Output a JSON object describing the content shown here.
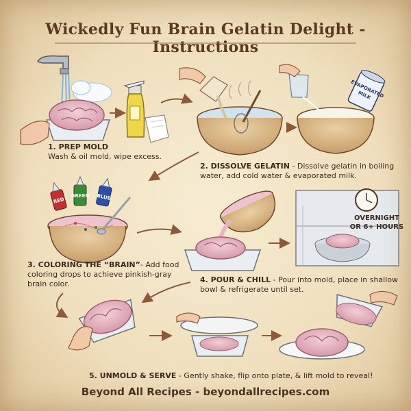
{
  "title": "Wickedly Fun Brain Gelatin Delight - Instructions",
  "steps": [
    {
      "heading": "1. PREP MOLD",
      "text": "Wash & oil mold, wipe excess."
    },
    {
      "heading": "2. DISSOLVE GELATIN",
      "text": " - Dissolve gelatin in boiling water, add cold water & evaporated milk."
    },
    {
      "heading": "3. COLORING THE “BRAIN”",
      "text": "- Add food coloring drops to achieve pinkish-gray brain color."
    },
    {
      "heading": "4. POUR & CHILL",
      "text": " - Pour into mold, place in shallow bowl & refrigerate until set."
    },
    {
      "heading": "5. UNMOLD & SERVE",
      "text": " - Gently shake, flip onto plate, & lift mold to reveal!"
    }
  ],
  "overnight_note": {
    "line1": "OVERNIGHT",
    "line2": "OR 6+ HOURS"
  },
  "bottle_labels": [
    "RED",
    "GREEN",
    "BLUE"
  ],
  "can_label": {
    "line1": "EVAPORATED",
    "line2": "MILK"
  },
  "footer": "Beyond All Recipes - beyondallrecipes.com",
  "colors": {
    "parchment": "#f3e6c8",
    "ink": "#3a2a1e",
    "brain_pink": "#e7b6c2",
    "bowl_tan": "#d9b888",
    "arrow_brown": "#8a5a3a"
  }
}
